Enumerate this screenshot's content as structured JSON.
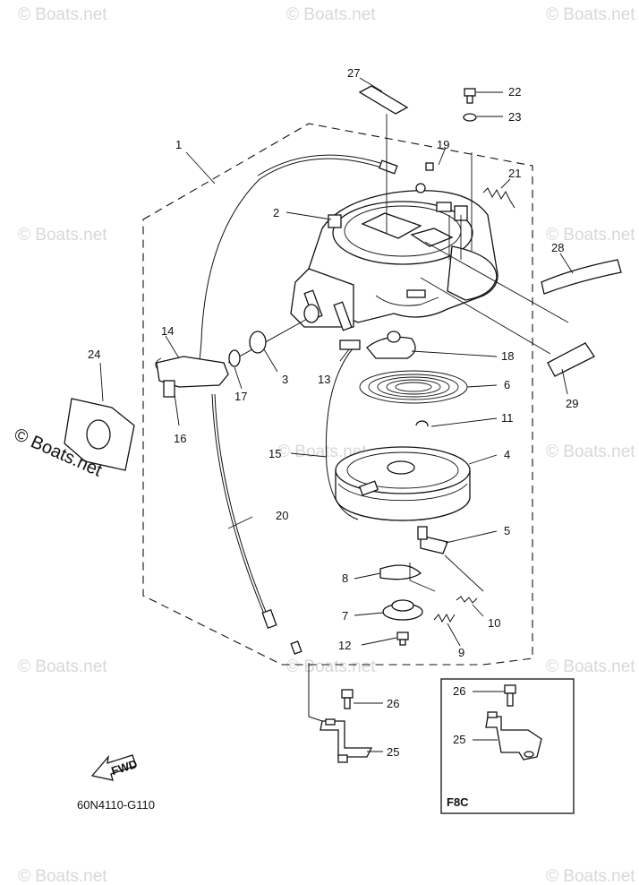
{
  "watermark": "© Boats.net",
  "diagram_code": "60N4110-G110",
  "fwd_label": "FWD",
  "inset_label": "F8C",
  "callouts": {
    "p1": "1",
    "p2": "2",
    "p3": "3",
    "p4": "4",
    "p5": "5",
    "p6": "6",
    "p7": "7",
    "p8": "8",
    "p9": "9",
    "p10": "10",
    "p11": "11",
    "p12": "12",
    "p13": "13",
    "p14": "14",
    "p15": "15",
    "p16": "16",
    "p17": "17",
    "p18": "18",
    "p19": "19",
    "p20": "20",
    "p21": "21",
    "p22": "22",
    "p23": "23",
    "p24": "24",
    "p25": "25",
    "p26": "26",
    "p27": "27",
    "p28": "28",
    "p29": "29",
    "inset25": "25",
    "inset26": "26"
  }
}
